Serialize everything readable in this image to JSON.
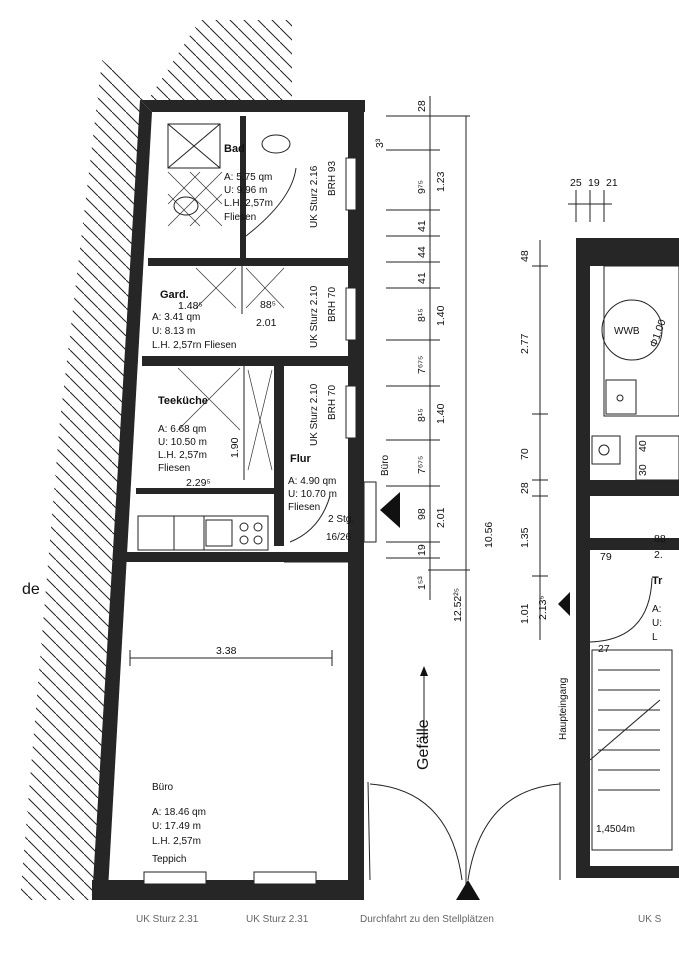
{
  "rooms": {
    "bad": {
      "name": "Bad",
      "area": "A: 5.75 qm",
      "perimeter": "U: 9.96 m",
      "height": "L.H. 2,57m",
      "floor": "Fliesen"
    },
    "gard": {
      "name": "Gard.",
      "area": "A: 3.41 qm",
      "perimeter": "U: 8.13 m",
      "height": "L.H. 2,57rn Fliesen",
      "dim_a": "1.48⁵",
      "dim_b": "88⁵",
      "dim_c": "2.01"
    },
    "teekuche": {
      "name": "Teeküche",
      "area": "A: 6.68 qm",
      "perimeter": "U: 10.50 m",
      "height": "L.H. 2,57m",
      "floor": "Fliesen",
      "dim_w": "2.29⁵",
      "dim_h": "1.90"
    },
    "flur": {
      "name": "Flur",
      "area": "A: 4.90 qm",
      "perimeter": "U: 10.70 m",
      "floor": "Fliesen",
      "stairs": "2 Stg.",
      "stairs_ratio": "16/26"
    },
    "buro_small": {
      "name": "Büro"
    },
    "buro": {
      "name": "Büro",
      "area": "A: 18.46 qm",
      "perimeter": "U: 17.49 m",
      "height": "L.H. 2,57m",
      "floor": "Teppich",
      "width": "3.38"
    }
  },
  "windows": [
    {
      "sturz": "UK Sturz 2.16",
      "brh": "BRH 93"
    },
    {
      "sturz": "UK Sturz 2.10",
      "brh": "BRH 70"
    },
    {
      "sturz": "UK Sturz 2.10",
      "brh": "BRH 70"
    }
  ],
  "chain_outer": [
    "28",
    "3³",
    "9⁷⁵",
    "41",
    "44",
    "41",
    "8¹⁵",
    "7⁶⁷⁵",
    "8¹⁵",
    "7⁶⁷⁵",
    "98",
    "19",
    "1⁵³"
  ],
  "chain_inner": [
    "1.23",
    "1.40",
    "1.40",
    "2.01"
  ],
  "overall": {
    "total": "12.52²⁵",
    "mid": "10.56"
  },
  "right_building": {
    "top_dims": [
      "25",
      "19",
      "21"
    ],
    "vertical_dims": [
      "48",
      "2.77",
      "70",
      "28",
      "1.35",
      "1.01"
    ],
    "side_small": [
      "30",
      "40"
    ],
    "wwb": "WWB",
    "diameter": "Φ1.00",
    "entrance": "Haupteingang",
    "level": "1,4504m",
    "dim_79": "79",
    "dim_88": "88",
    "dim_2": "2.",
    "dim_213": "2.13⁵",
    "dim_27": "27",
    "room_cut": "Tr",
    "room_a": "A:",
    "room_u": "U:",
    "room_l": "L"
  },
  "gefaelle": "Gefälle",
  "left_cut": "de",
  "bottom": {
    "sturz1": "UK Sturz 2.31",
    "sturz2": "UK Sturz 2.31",
    "durchfahrt": "Durchfahrt zu den Stellplätzen",
    "cut": "UK S"
  }
}
